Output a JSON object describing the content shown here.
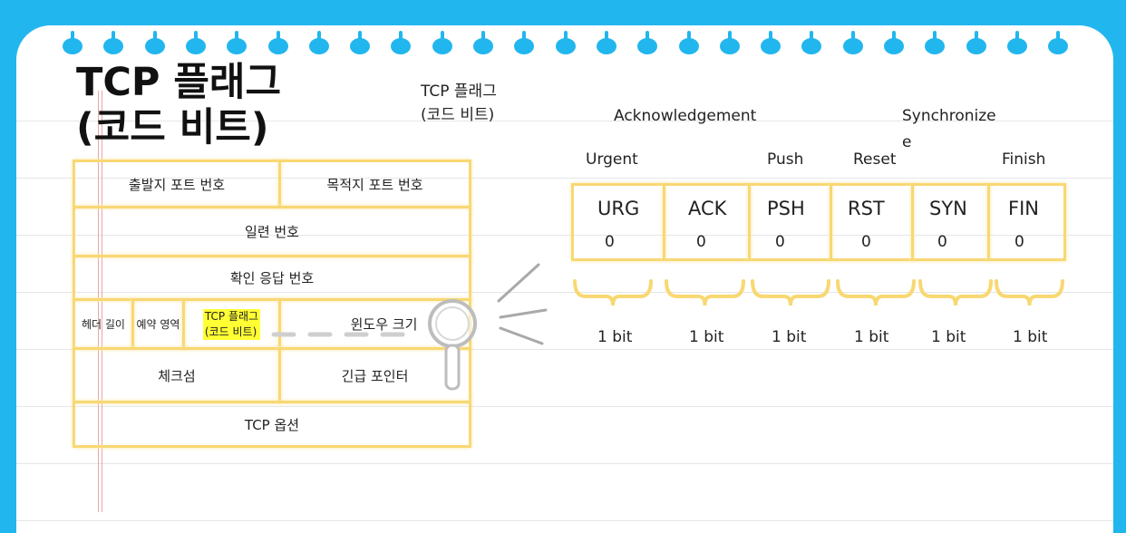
{
  "title": [
    "TCP 플래그",
    "(코드 비트)"
  ],
  "side_title": [
    "TCP 플래그",
    "(코드 비트)"
  ],
  "tcp_header": {
    "source_port": "출발지 포트 번호",
    "dest_port": "목적지 포트 번호",
    "sequence": "일련 번호",
    "ack_number": "확인 응답 번호",
    "header_length": "헤더 길이",
    "reserved": "예약 영역",
    "flags_highlight": [
      "TCP 플래그",
      "(코드 비트)"
    ],
    "window_size": "윈도우 크기",
    "checksum": "체크섬",
    "urgent_pointer": "긴급 포인터",
    "options": "TCP 옵션"
  },
  "flag_labels": {
    "acknowledgement": "Acknowledgement",
    "synchronize": [
      "Synchronize",
      "e"
    ],
    "urgent": "Urgent",
    "push": "Push",
    "reset": "Reset",
    "finish": "Finish"
  },
  "flags": [
    {
      "name": "URG",
      "value": "0",
      "size": "1 bit"
    },
    {
      "name": "ACK",
      "value": "0",
      "size": "1 bit"
    },
    {
      "name": "PSH",
      "value": "0",
      "size": "1 bit"
    },
    {
      "name": "RST",
      "value": "0",
      "size": "1 bit"
    },
    {
      "name": "SYN",
      "value": "0",
      "size": "1 bit"
    },
    {
      "name": "FIN",
      "value": "0",
      "size": "1 bit"
    }
  ],
  "colors": {
    "background": "#22b6ee",
    "highlight": "#ffff33",
    "box_border": "#f8d873"
  },
  "icons": [
    "magnifier-icon",
    "ring-binder-hole-icon"
  ]
}
